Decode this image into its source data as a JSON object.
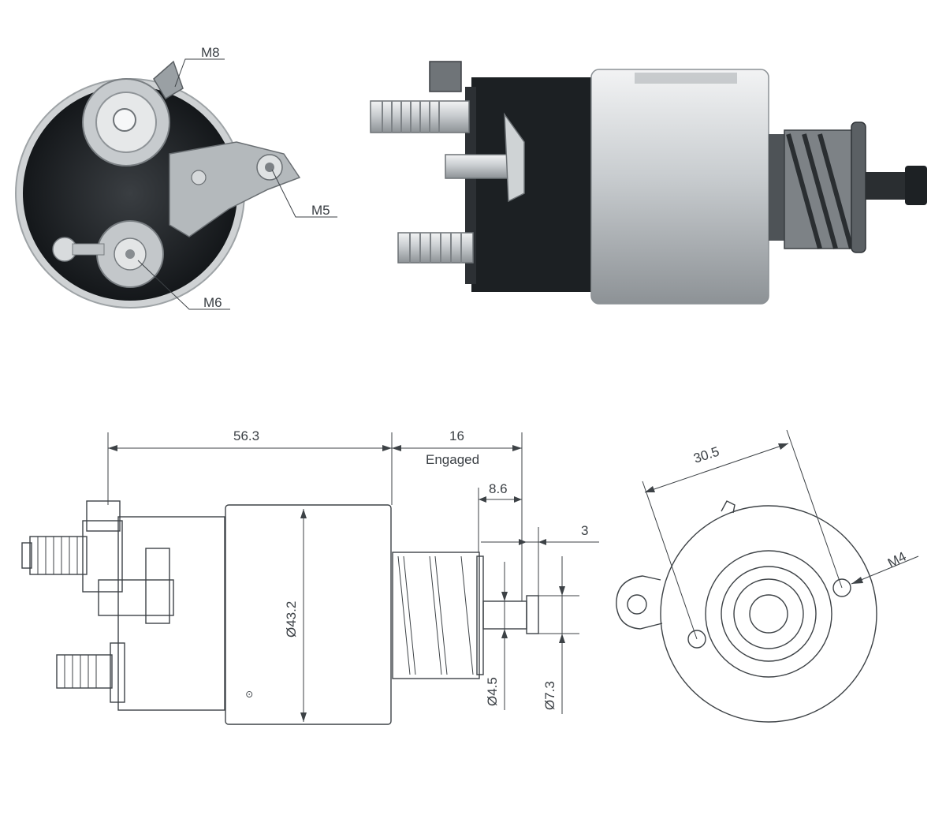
{
  "photo_callouts": {
    "m8": "M8",
    "m5": "M5",
    "m6": "M6"
  },
  "dimensions": {
    "length": "56.3",
    "stroke": "16",
    "stroke_note": "Engaged",
    "plunger_len": "8.6",
    "flange": "3",
    "body_dia": "Ø43.2",
    "plunger_dia": "Ø4.5",
    "head_dia": "Ø7.3",
    "hole_spacing": "30.5",
    "hole_thread": "M4",
    "body_mark": "⊙"
  },
  "colors": {
    "line": "#3d4246",
    "body_dark": "#1f2326",
    "metal_light": "#d9dcde",
    "metal_mid": "#a9aeb2"
  }
}
